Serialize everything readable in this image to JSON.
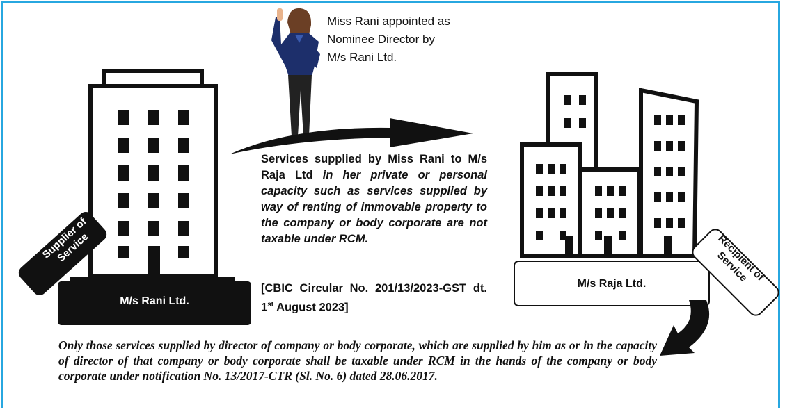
{
  "caption": {
    "line1": "Miss Rani appointed as",
    "line2": "Nominee Director by",
    "line3": "M/s Rani Ltd."
  },
  "services_note": {
    "part1": "Services supplied by Miss Rani to M/s Raja Ltd ",
    "part2_italic": "in her private or personal capacity such as services supplied by way of renting of immovable property to the company or body corporate are not taxable under RCM."
  },
  "circular": {
    "text_before": "[CBIC Circular No. 201/13/2023-GST dt. 1",
    "superscript": "st",
    "text_after": " August 2023]"
  },
  "supplier": {
    "company_label": "M/s Rani Ltd.",
    "tag_line1": "Supplier of",
    "tag_line2": "Service"
  },
  "recipient": {
    "company_label": "M/s Raja Ltd.",
    "tag_line1": "Recipient of",
    "tag_line2": "Service"
  },
  "footer_note": "Only those services supplied by director of company or body corporate, which are supplied by him as or in the capacity of director of that company or body corporate shall be taxable under RCM in the hands of the company or body corporate under notification No. 13/2017-CTR (Sl. No. 6) dated 28.06.2017.",
  "colors": {
    "frame_border": "#27a7e0",
    "ink": "#111111",
    "white": "#ffffff",
    "jacket": "#1d2f6b"
  },
  "icons": [
    "office-building-icon",
    "city-buildings-icon",
    "businesswoman-figure",
    "right-arrow-icon",
    "curved-down-arrow-icon"
  ]
}
